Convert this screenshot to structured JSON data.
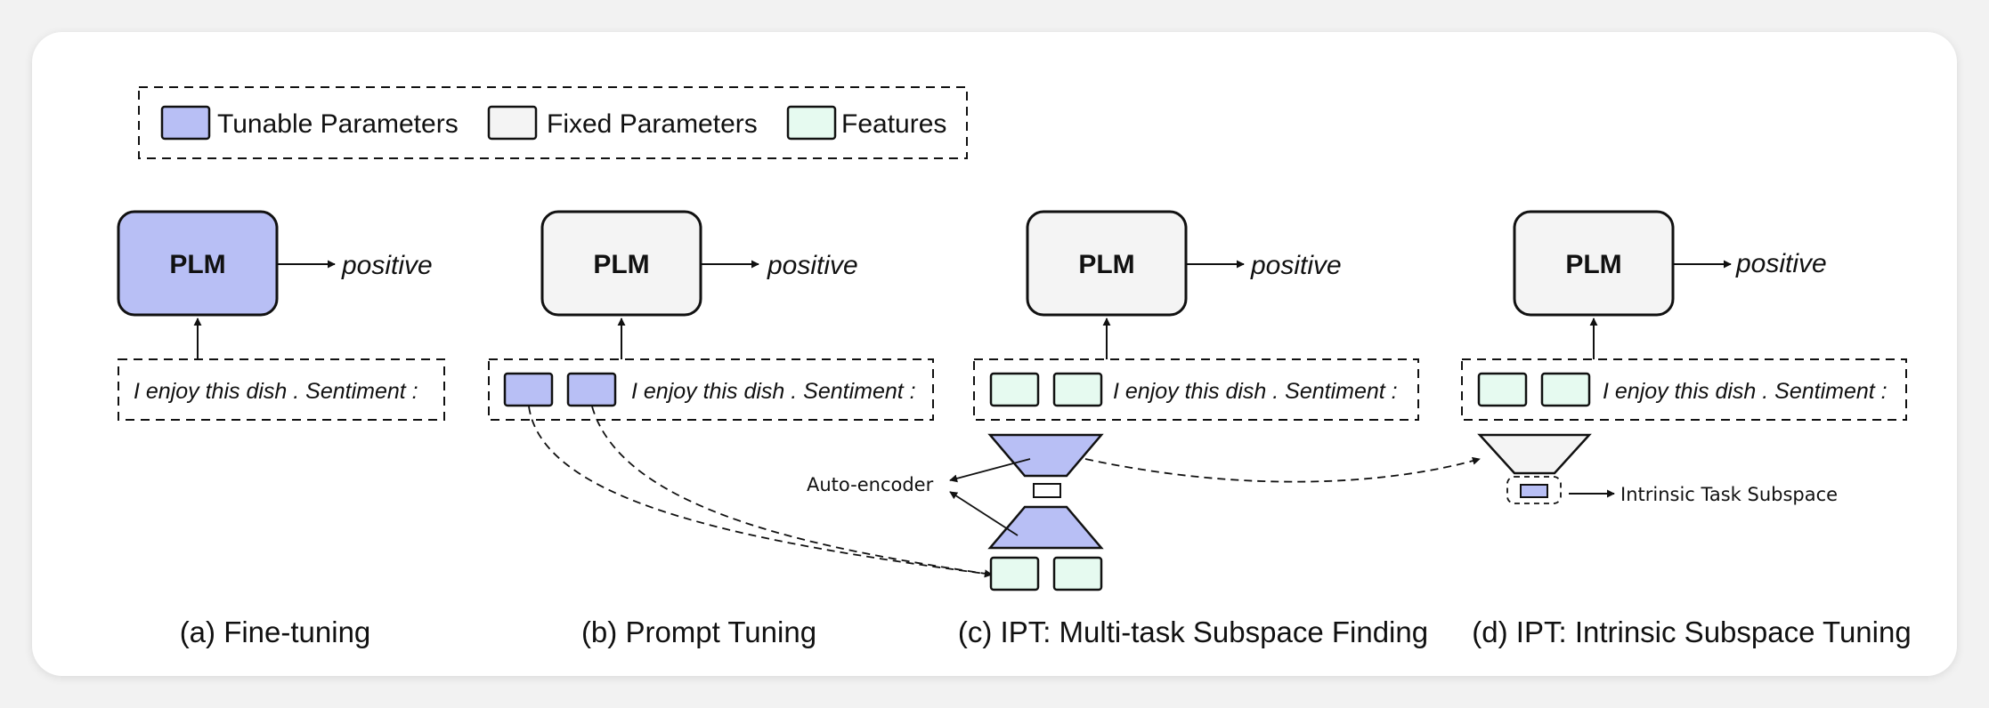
{
  "legend": {
    "tunable": "Tunable Parameters",
    "fixed": "Fixed Parameters",
    "features": "Features"
  },
  "colors": {
    "tunable": "#b8bff5",
    "fixed": "#f4f4f4",
    "features": "#e6faf0",
    "stroke": "#111111"
  },
  "panels": [
    {
      "model": "PLM",
      "output": "positive",
      "input": "I enjoy this dish . Sentiment :",
      "caption": "(a) Fine-tuning"
    },
    {
      "model": "PLM",
      "output": "positive",
      "input": "I enjoy this dish . Sentiment :",
      "caption": "(b) Prompt Tuning"
    },
    {
      "model": "PLM",
      "output": "positive",
      "input": "I enjoy this dish . Sentiment :",
      "caption": "(c) IPT: Multi-task Subspace Finding"
    },
    {
      "model": "PLM",
      "output": "positive",
      "input": "I enjoy this dish . Sentiment :",
      "caption": "(d) IPT: Intrinsic Subspace Tuning"
    }
  ],
  "annotations": {
    "autoencoder": "Auto-encoder",
    "intrinsic": "Intrinsic Task Subspace"
  }
}
